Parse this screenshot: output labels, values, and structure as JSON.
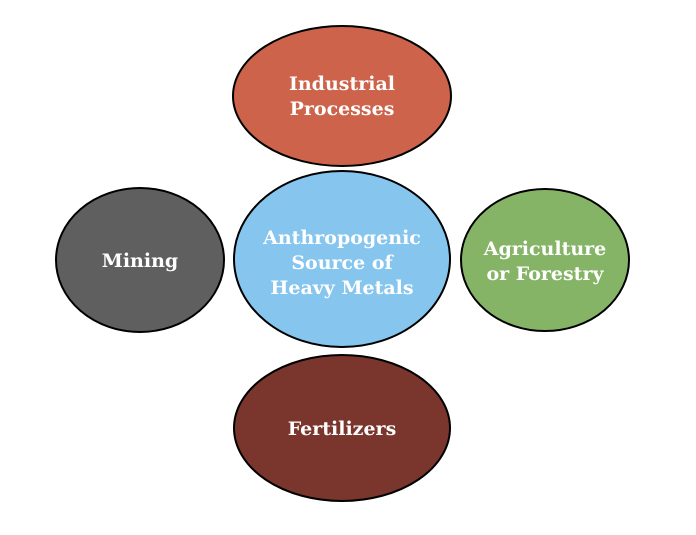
{
  "diagram": {
    "center": {
      "lines": [
        "Anthropogenic",
        "Source of",
        "Heavy Metals"
      ],
      "color": "#86C5EE"
    },
    "top": {
      "lines": [
        "Industrial",
        "Processes"
      ],
      "color": "#CC634A"
    },
    "left": {
      "lines": [
        "Mining"
      ],
      "color": "#5F5F5F"
    },
    "right": {
      "lines": [
        "Agriculture",
        "or Forestry"
      ],
      "color": "#86B467"
    },
    "bottom": {
      "lines": [
        "Fertilizers"
      ],
      "color": "#7A352C"
    }
  }
}
